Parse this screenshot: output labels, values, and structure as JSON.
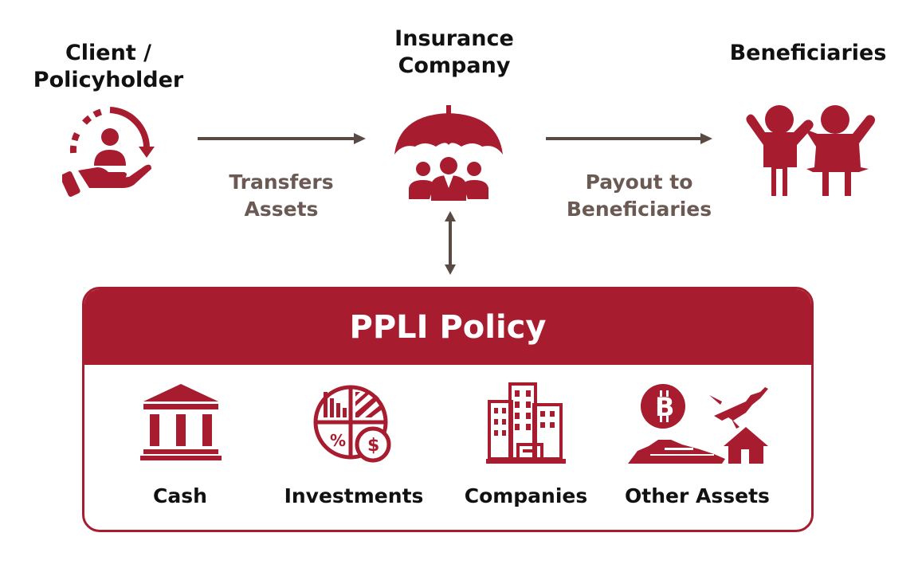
{
  "colors": {
    "accent": "#a81c2f",
    "arrow": "#5a4a44",
    "label": "#6b5a53",
    "text": "#111111"
  },
  "nodes": {
    "client": {
      "label": "Client /\nPolicyholder",
      "icon": "client-care-icon"
    },
    "insurer": {
      "label": "Insurance\nCompany",
      "icon": "umbrella-group-icon"
    },
    "beneficiaries": {
      "label": "Beneficiaries",
      "icon": "children-icon"
    }
  },
  "flows": {
    "transfer": "Transfers\nAssets",
    "payout": "Payout to\nBeneficiaries"
  },
  "policy": {
    "title": "PPLI Policy",
    "assets": [
      {
        "label": "Cash",
        "icon": "bank-icon"
      },
      {
        "label": "Investments",
        "icon": "investment-chart-icon"
      },
      {
        "label": "Companies",
        "icon": "office-buildings-icon"
      },
      {
        "label": "Other Assets",
        "icon": "other-assets-icon"
      }
    ]
  }
}
